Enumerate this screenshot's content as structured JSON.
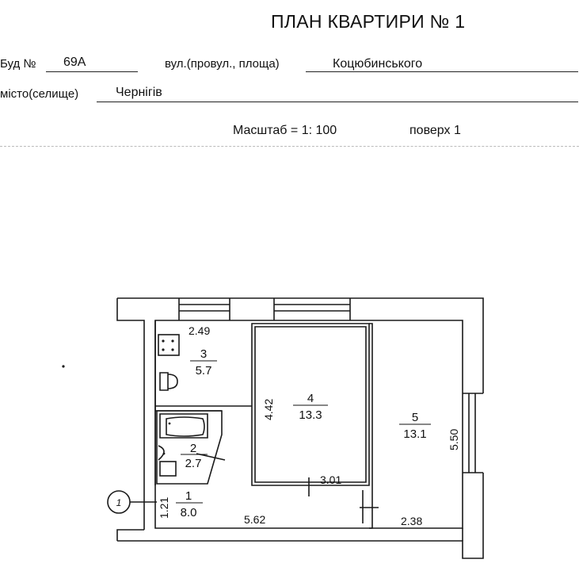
{
  "header": {
    "title": "ПЛАН КВАРТИРИ № 1",
    "building_label": "Буд №",
    "building_value": "69А",
    "street_label": "вул.(провул., площа)",
    "street_value": "Коцюбинського",
    "city_label": "місто(селище)",
    "city_value": "Чернігів",
    "scale_text": "Масштаб = 1: 100",
    "floor_text": "поверх  1"
  },
  "plan": {
    "room_numbers": [
      "1",
      "2",
      "3",
      "4",
      "5"
    ],
    "room_areas": [
      "8.0",
      "2.7",
      "5.7",
      "13.3",
      "13.1"
    ],
    "dimensions": [
      "2.49",
      "4.42",
      "3.01",
      "5.62",
      "2.38",
      "5.50",
      "1.21"
    ],
    "entrance_marker": "1"
  }
}
